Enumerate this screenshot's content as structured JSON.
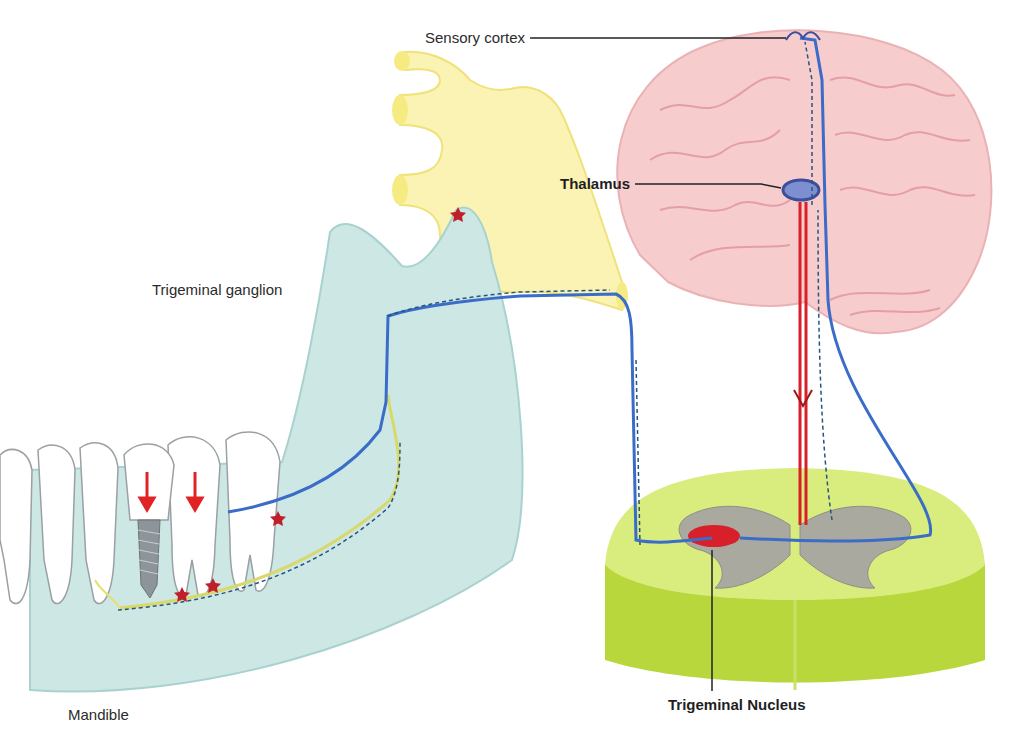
{
  "diagram": {
    "labels": [
      "Sensory cortex",
      "Thalamus",
      "Trigeminal ganglion",
      "Trigeminal Nucleus",
      "Mandible"
    ]
  }
}
